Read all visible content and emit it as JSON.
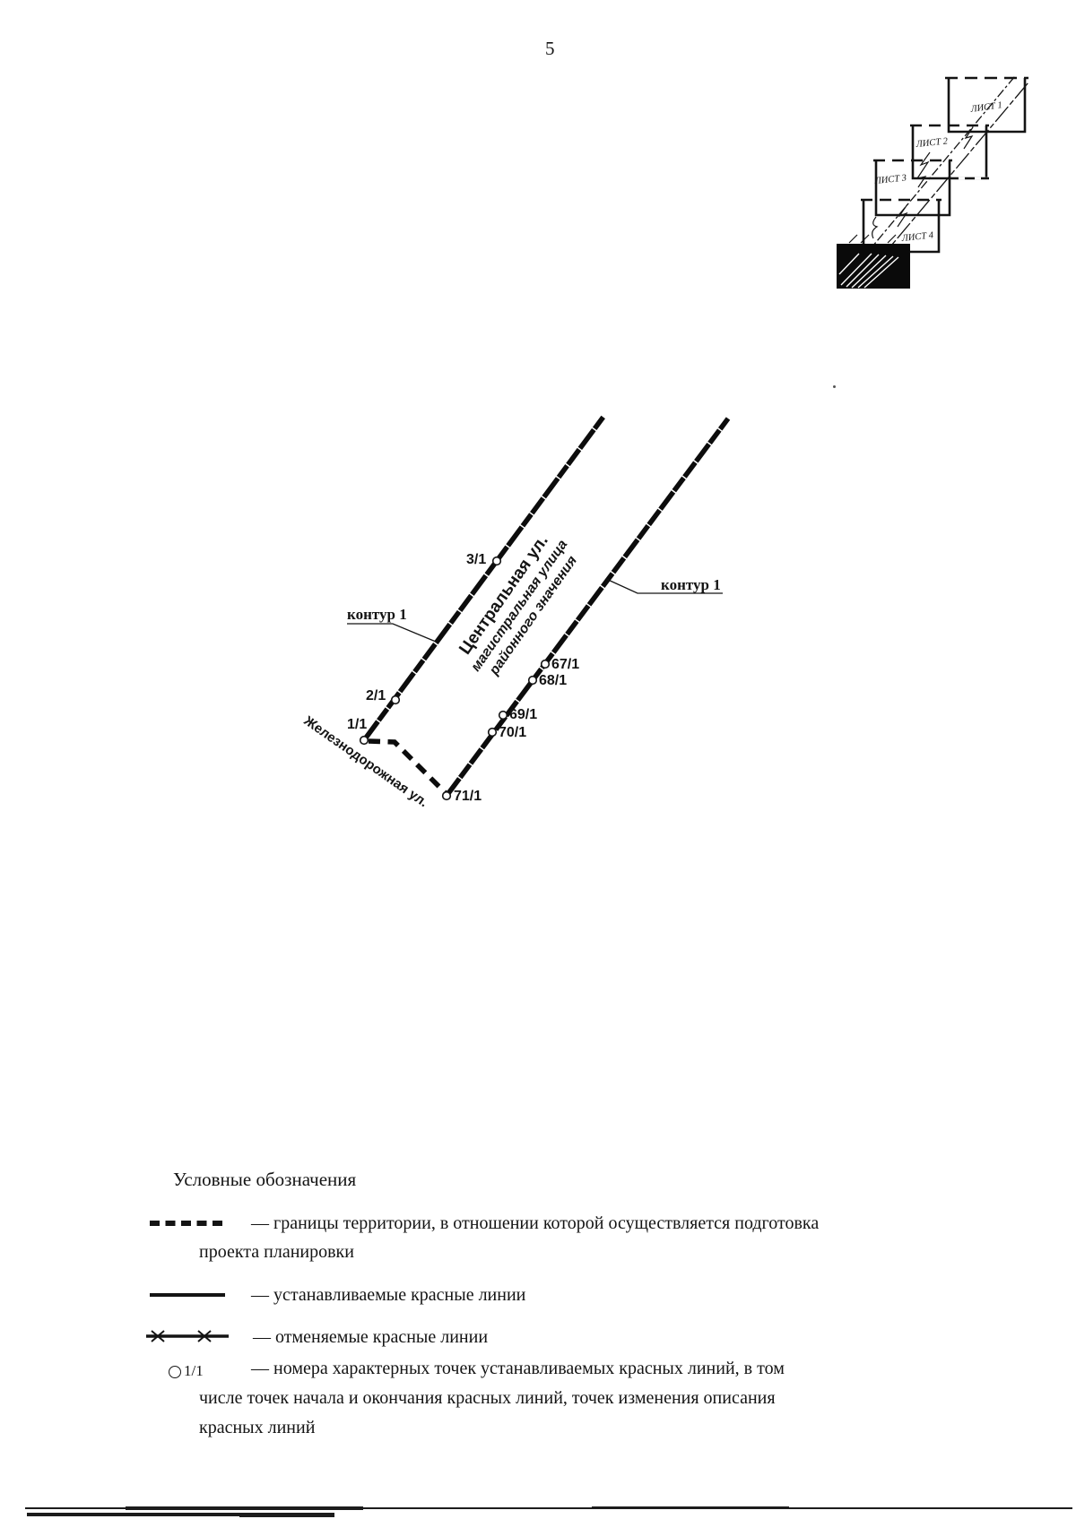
{
  "page": {
    "number": "5"
  },
  "inset": {
    "sheets": [
      {
        "label": "ЛИСТ 1"
      },
      {
        "label": "ЛИСТ 2"
      },
      {
        "label": "ЛИСТ 3"
      },
      {
        "label": "ЛИСТ 4"
      }
    ]
  },
  "map": {
    "contour_left": "контур 1",
    "contour_right": "контур 1",
    "street_central": "Центральная ул.",
    "street_class": [
      "магистральная улица",
      "районного значения"
    ],
    "street_railway": "Железнодорожная ул.",
    "points": [
      {
        "id": "3/1"
      },
      {
        "id": "2/1"
      },
      {
        "id": "1/1"
      },
      {
        "id": "67/1"
      },
      {
        "id": "68/1"
      },
      {
        "id": "69/1"
      },
      {
        "id": "70/1"
      },
      {
        "id": "71/1"
      }
    ]
  },
  "legend": {
    "title": "Условные обозначения",
    "items": [
      {
        "name": "territory-boundary",
        "lines": [
          "— границы территории, в отношении которой осуществляется подготовка",
          "проекта планировки"
        ]
      },
      {
        "name": "established-red-lines",
        "lines": [
          "— устанавливаемые красные линии"
        ]
      },
      {
        "name": "cancelled-red-lines",
        "lines": [
          "— отменяемые красные линии"
        ]
      },
      {
        "name": "point-numbers",
        "symbol_label": "1/1",
        "lines": [
          "— номера характерных точек устанавливаемых красных линий, в том",
          "числе точек начала и окончания красных линий, точек изменения описания",
          "красных линий"
        ]
      }
    ]
  },
  "colors": {
    "ink": "#141414",
    "paper": "#ffffff"
  }
}
